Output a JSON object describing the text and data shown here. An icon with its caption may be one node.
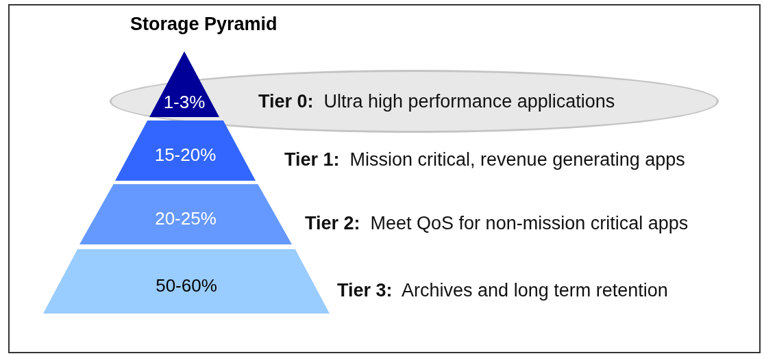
{
  "diagram": {
    "title": "Storage Pyramid",
    "nodes": [
      {
        "text": [
          "1-3%"
        ]
      },
      {
        "text": [
          "**Tier 0:**  Ultra high performance applications"
        ]
      },
      {
        "text": [
          "15-20%"
        ]
      },
      {
        "text": [
          "20-25%"
        ]
      },
      {
        "text": [
          "50-60%"
        ]
      }
    ],
    "labels": [
      "**Tier 1:**  Mission critical, revenue generating apps",
      "**Tier 2:**  Meet QoS for non-mission critical apps",
      "**Tier 3:**  Archives and long term retention"
    ]
  }
}
